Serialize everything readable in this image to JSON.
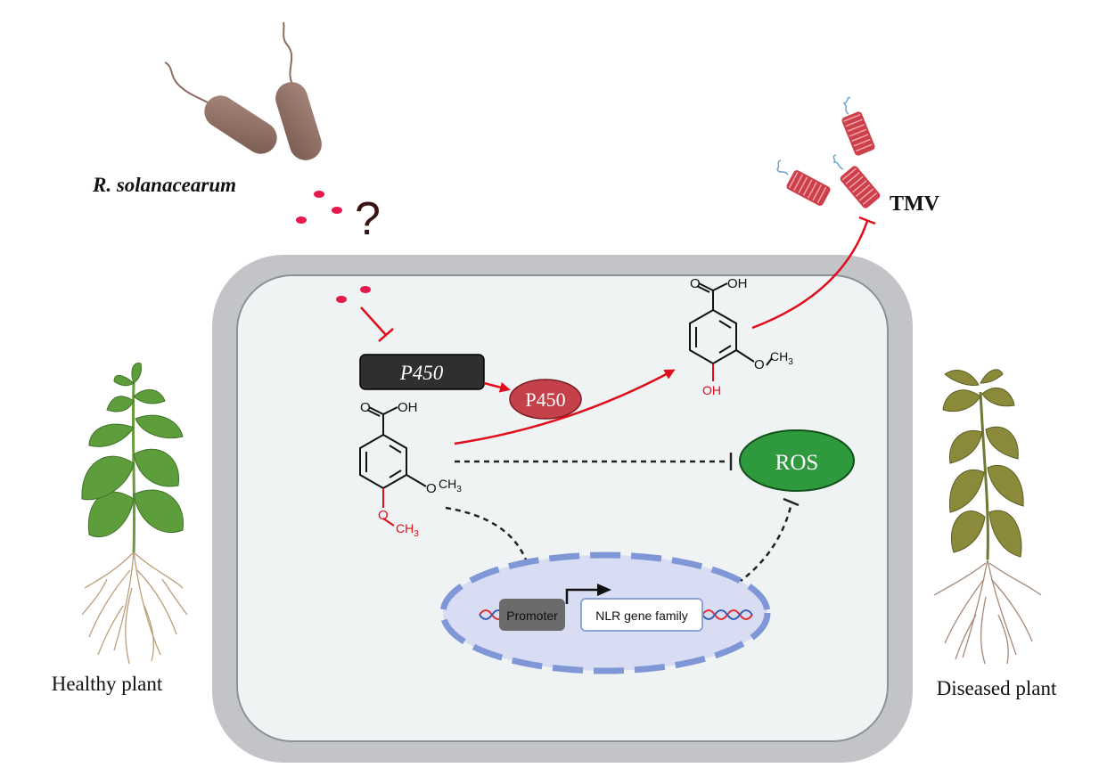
{
  "labels": {
    "pathogen": "R. solanacearum",
    "question": "?",
    "virus": "TMV",
    "gene": "P450",
    "enzyme": "P450",
    "ros": "ROS",
    "promoter": "Promoter",
    "nlr": "NLR gene family",
    "healthy": "Healthy plant",
    "diseased": "Diseased plant"
  },
  "molecule_substrate": {
    "cooh": "O    OH",
    "methoxy_a": "O",
    "methyl_a": "CH3",
    "methoxy_b": "O",
    "methyl_b": "CH3"
  },
  "molecule_product": {
    "cooh": "O    OH",
    "methoxy": "O",
    "methyl": "CH3",
    "hydroxyl": "OH"
  },
  "colors": {
    "cell_wall": "#c3c4c7",
    "cytoplasm": "#eff3f3",
    "red_arrow": "#e00d1b",
    "dashed": "#222222",
    "p450_gene_fill": "#2f2f2f",
    "p450_enzyme_fill": "#c5414a",
    "ros_fill": "#2f9a3d",
    "nucleus_fill": "#d9ddf3",
    "nucleus_border": "#7f97d6",
    "promoter_fill": "#6b6b6b",
    "bacteria": "#8e6c61",
    "effector": "#e8194f",
    "tmv": "#cd3f4a",
    "leaf_green": "#5d9d3b",
    "leaf_sick": "#8a8a3a"
  }
}
